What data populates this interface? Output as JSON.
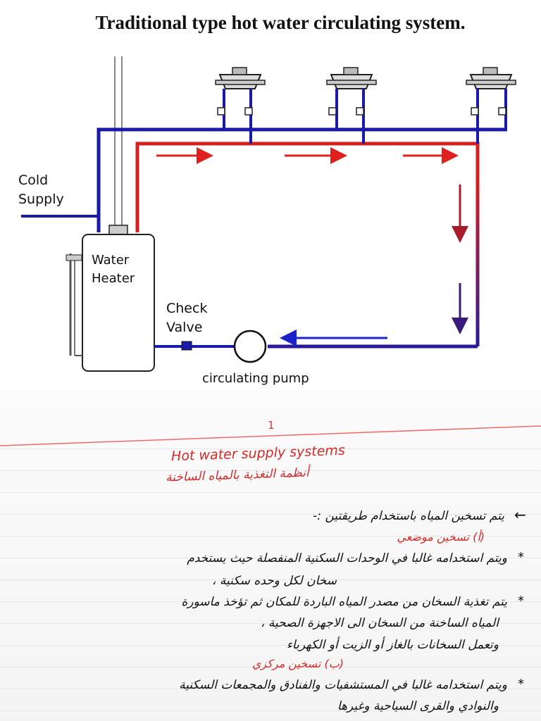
{
  "diagram": {
    "title": "Traditional type hot water circulating system.",
    "labels": {
      "cold_supply_line1": "Cold",
      "cold_supply_line2": "Supply",
      "water_heater_line1": "Water",
      "water_heater_line2": "Heater",
      "check_valve_line1": "Check",
      "check_valve_line2": "Valve",
      "circulating_pump": "circulating pump"
    },
    "colors": {
      "cold_pipe": "#1a1aa8",
      "hot_pipe": "#d42020",
      "return_pipe": "#3a1a7a"
    }
  },
  "notes": {
    "page_number": "1",
    "title_en": "Hot water supply systems",
    "title_ar": "أنظمة التغذية بالمياه الساخنة",
    "intro": "يتم تسخين المياه باستخدام طريقتين :-",
    "method_a": "(أ) تسخين موضعي",
    "a_point1_line1": "ويتم استخدامه غالبا في الوحدات السكنية المنفصلة حيث يستخدم",
    "a_point1_line2": "سخان لكل وحده سكنية ،",
    "a_point2_line1": "يتم تغذية السخان من مصدر المياه الباردة للمكان ثم تؤخذ ماسورة",
    "a_point2_line2": "المياه الساخنة من السخان الى الاجهزة الصحية ،",
    "a_point2_line3": "وتعمل السخانات بالغاز أو الزيت أو الكهرباء",
    "method_b": "(ب) تسخين مركزي",
    "b_point1_line1": "ويتم استخدامه غالبا في المستشفيات والفنادق والمجمعات السكنية",
    "b_point1_line2": "والنوادي والقرى السياحية وغيرها",
    "arrow_mark": "←",
    "bullet": "*"
  }
}
